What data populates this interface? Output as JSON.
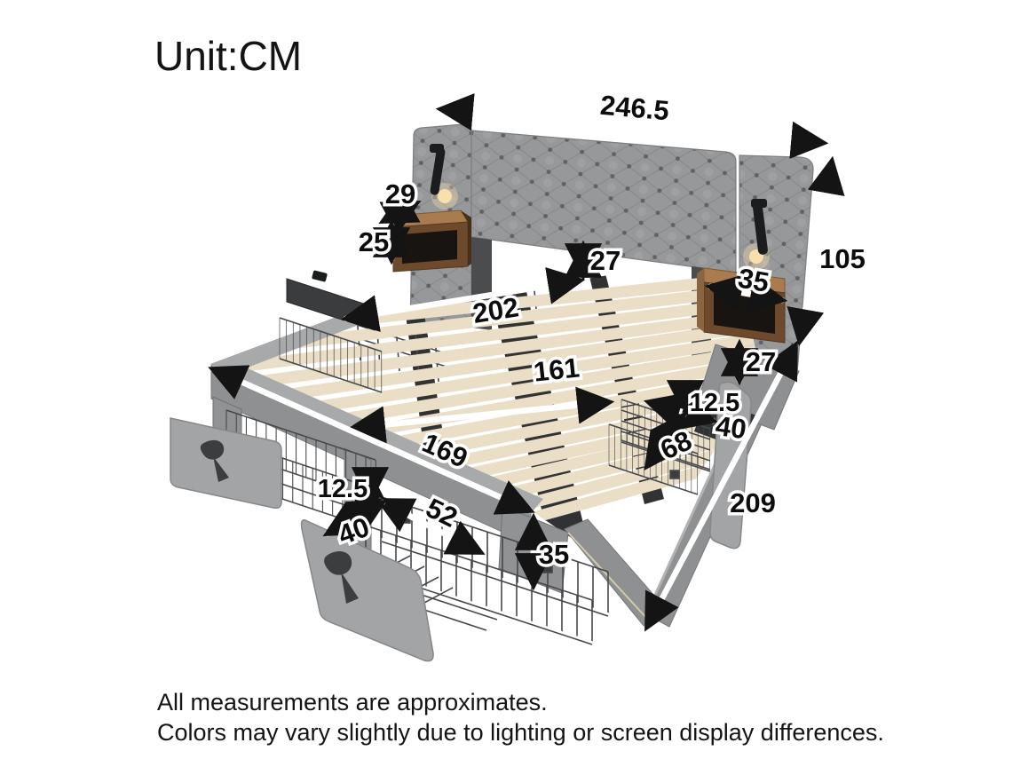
{
  "title": {
    "unit_label": "Unit:CM"
  },
  "dimensions": {
    "overall_width": "246.5",
    "shelf_depth": "29",
    "shelf_height": "25",
    "headboard_clearance": "27",
    "platform_length": "202",
    "platform_width": "161",
    "side_rail_length": "169",
    "nightstand_width": "35",
    "nightstand_clearance": "27",
    "headboard_height": "105",
    "overall_depth": "209",
    "right_drawer_height": "12.5",
    "right_drawer_depth": "40",
    "right_drawer_width": "68",
    "left_drawer_height": "12.5",
    "left_drawer_width": "52",
    "left_drawer_depth": "40",
    "frame_height": "35"
  },
  "footnotes": {
    "line1": "All measurements are approximates.",
    "line2": "Colors may vary slightly due to lighting or screen display differences."
  },
  "palette": {
    "headboard_gray": "#96989a",
    "frame_gray": "#8e9092",
    "slat_cream": "#eadfc6",
    "wood_brown": "#6e4a2d",
    "dimension_ink": "#141414",
    "background": "#ffffff"
  }
}
